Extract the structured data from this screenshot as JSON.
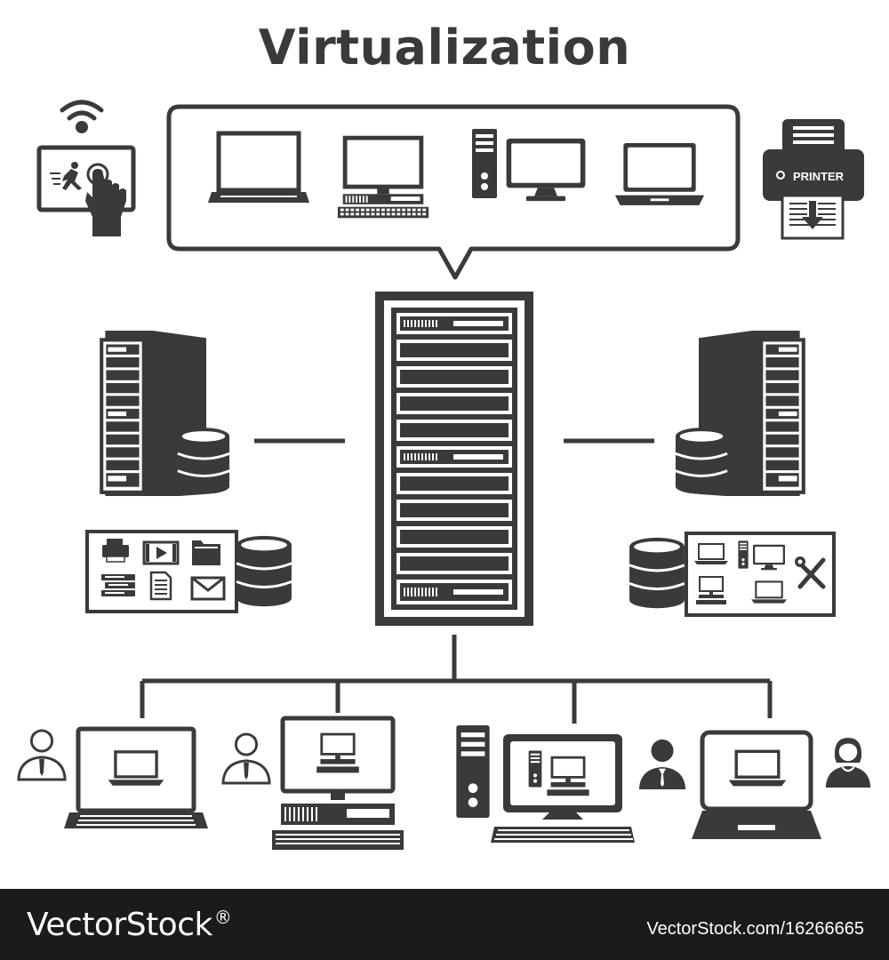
{
  "diagram": {
    "title": "Virtualization",
    "printer_label": "PRINTER"
  },
  "footer": {
    "brand": "VectorStock",
    "brand_mark": "®",
    "url": "VectorStock.com/16266665"
  },
  "colors": {
    "icon": "#3a3a3a",
    "background": "#ffffff",
    "footer_bg": "#1b1b1b",
    "footer_text": "#ffffff"
  },
  "icons": [
    "wifi-icon",
    "touchscreen-hand-icon",
    "printer-icon",
    "laptop-icon",
    "desktop-computer-icon",
    "tower-monitor-icon",
    "server-rack-icon",
    "database-icon",
    "user-icon",
    "keyboard-icon",
    "folder-icon",
    "mail-icon",
    "document-icon",
    "video-icon",
    "tools-icon"
  ]
}
